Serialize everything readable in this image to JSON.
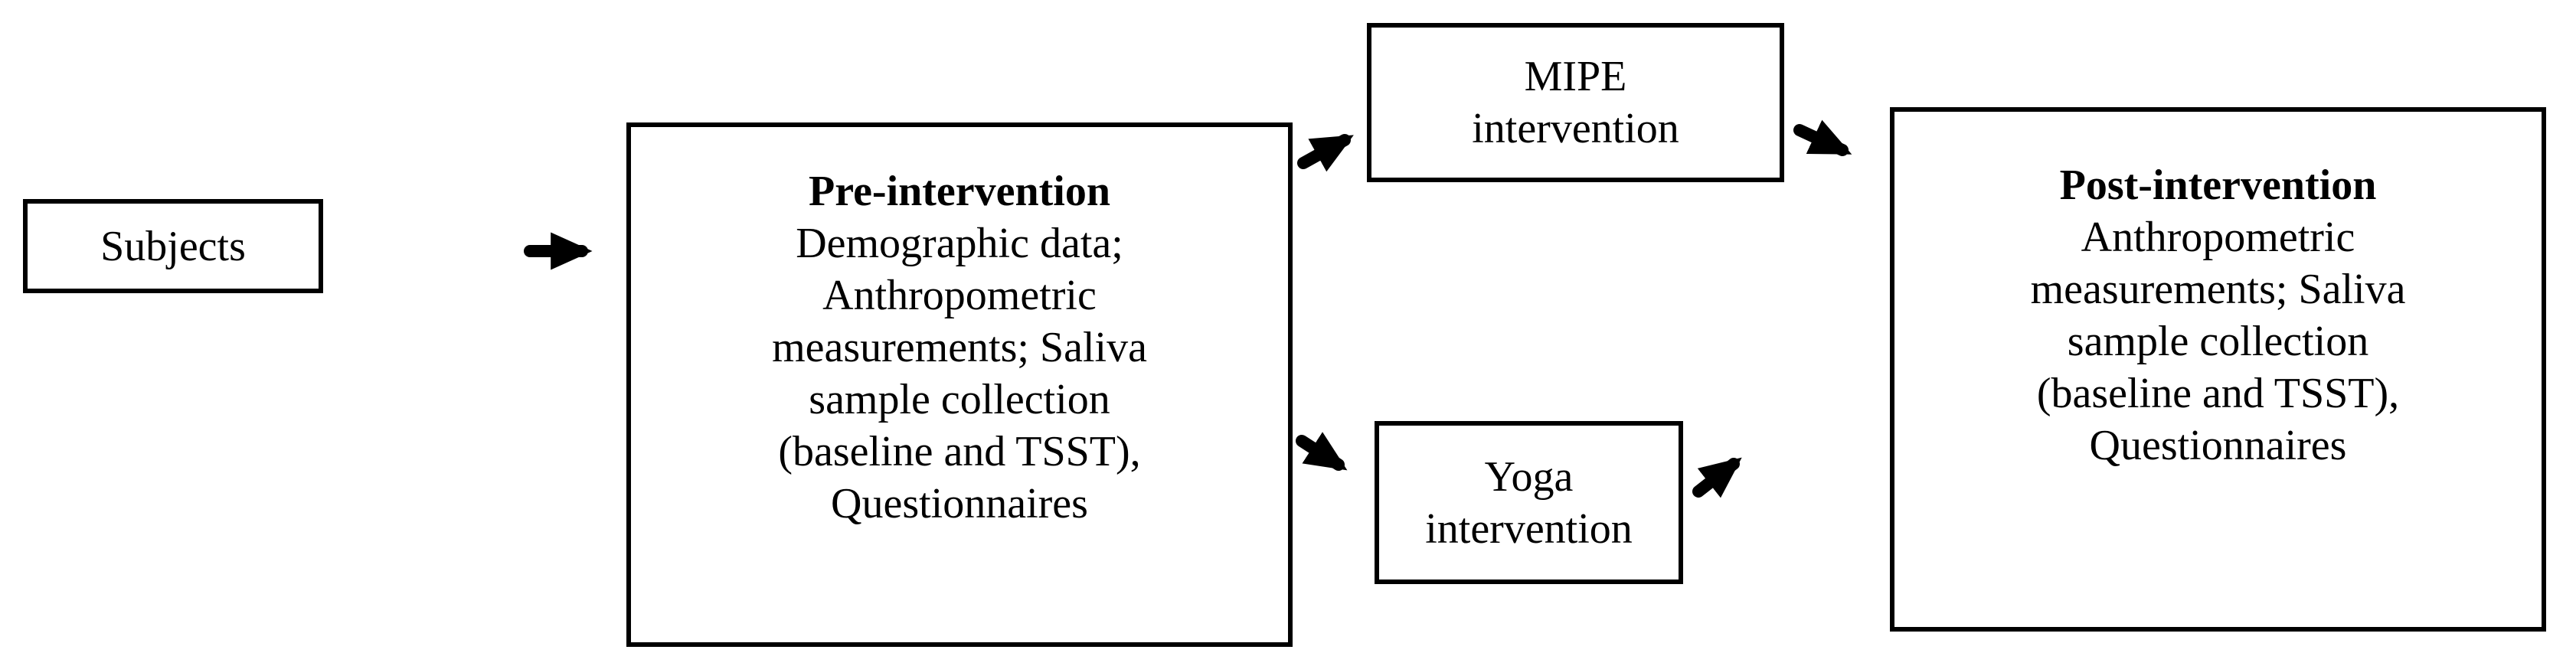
{
  "diagram": {
    "colors": {
      "line": "#000000",
      "background": "#ffffff"
    },
    "nodes": {
      "subjects": {
        "label": "Subjects"
      },
      "pre_intervention": {
        "title": "Pre-intervention",
        "body": "Demographic data;\nAnthropometric\nmeasurements; Saliva\nsample collection\n(baseline and TSST),\nQuestionnaires"
      },
      "mipe": {
        "label": "MIPE\nintervention"
      },
      "yoga": {
        "label": "Yoga\nintervention"
      },
      "post_intervention": {
        "title": "Post-intervention",
        "body": "Anthropometric\nmeasurements; Saliva\nsample collection\n(baseline and TSST),\nQuestionnaires"
      }
    },
    "edges": [
      {
        "from": "subjects",
        "to": "pre_intervention",
        "direction": "right"
      },
      {
        "from": "pre_intervention",
        "to": "mipe",
        "direction": "up-right"
      },
      {
        "from": "pre_intervention",
        "to": "yoga",
        "direction": "down-right"
      },
      {
        "from": "mipe",
        "to": "post_intervention",
        "direction": "down-right"
      },
      {
        "from": "yoga",
        "to": "post_intervention",
        "direction": "up-right"
      }
    ]
  }
}
